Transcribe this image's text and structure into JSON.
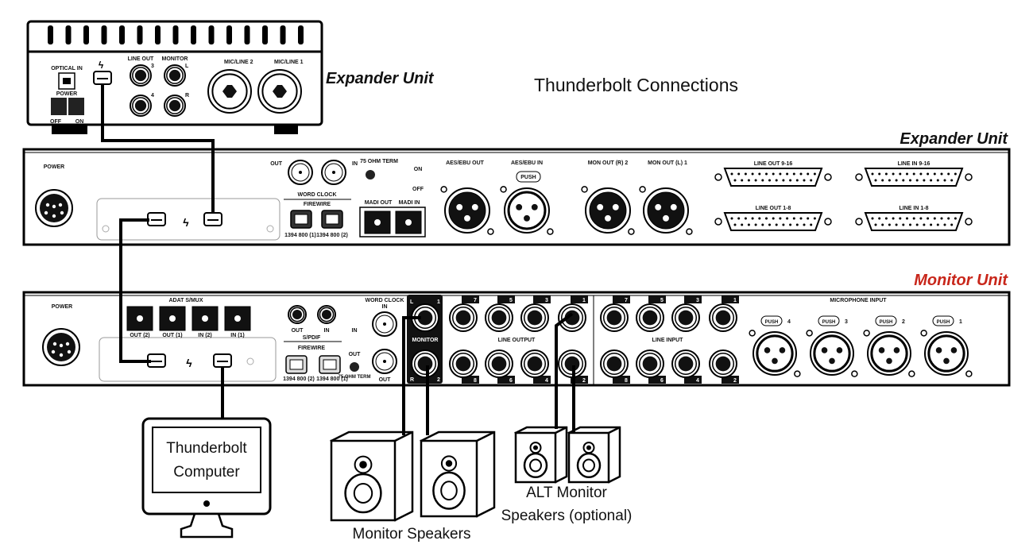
{
  "title": "Thunderbolt Connections",
  "colors": {
    "accent_red": "#c8261a",
    "ink": "#111111"
  },
  "expander_small": {
    "title": "Expander Unit",
    "optical_in": "OPTICAL IN",
    "power": "POWER",
    "off": "OFF",
    "on": "ON",
    "line_out": "LINE OUT",
    "monitor": "MONITOR",
    "line_out_nums": [
      "3",
      "4"
    ],
    "monitor_lr": [
      "L",
      "R"
    ],
    "mic_line_2": "MIC/LINE 2",
    "mic_line_1": "MIC/LINE 1"
  },
  "expander_rack": {
    "title": "Expander Unit",
    "power": "POWER",
    "wc_out": "OUT",
    "wc_in": "IN",
    "word_clock": "WORD CLOCK",
    "term": "75 OHM TERM",
    "on": "ON",
    "off": "OFF",
    "firewire": "FIREWIRE",
    "fw1": "1394 800 (1)",
    "fw2": "1394 800 (2)",
    "madi_out": "MADI OUT",
    "madi_in": "MADI IN",
    "aes_out": "AES/EBU OUT",
    "aes_in": "AES/EBU IN",
    "push": "PUSH",
    "mon_r": "MON OUT (R) 2",
    "mon_l": "MON OUT (L) 1",
    "line_out_9_16": "LINE OUT 9-16",
    "line_in_9_16": "LINE IN 9-16",
    "line_out_1_8": "LINE OUT 1-8",
    "line_in_1_8": "LINE IN 1-8"
  },
  "monitor_rack": {
    "title": "Monitor Unit",
    "power": "POWER",
    "adat": "ADAT S/MUX",
    "adat_ports": [
      "OUT (2)",
      "OUT (1)",
      "IN (2)",
      "IN (1)"
    ],
    "spdif_out": "OUT",
    "spdif_in": "IN",
    "spdif": "S/PDIF",
    "firewire": "FIREWIRE",
    "fw2": "1394 800 (2)",
    "fw1": "1394 800 (1)",
    "in": "IN",
    "out": "OUT",
    "term": "75 OHM TERM",
    "word_clock": "WORD CLOCK",
    "wc_in": "IN",
    "wc_out": "OUT",
    "monitor": "MONITOR",
    "mon_labels": [
      "L",
      "1",
      "R",
      "2"
    ],
    "line_output": "LINE OUTPUT",
    "line_out_top": [
      "7",
      "5",
      "3",
      "1"
    ],
    "line_out_bottom": [
      "8",
      "6",
      "4",
      "2"
    ],
    "line_input": "LINE INPUT",
    "line_in_top": [
      "7",
      "5",
      "3",
      "1"
    ],
    "line_in_bottom": [
      "8",
      "6",
      "4",
      "2"
    ],
    "mic_input": "MICROPHONE INPUT",
    "mic_nums": [
      "4",
      "3",
      "2",
      "1"
    ]
  },
  "computer": {
    "line1": "Thunderbolt",
    "line2": "Computer"
  },
  "captions": {
    "monitor_speakers": "Monitor Speakers",
    "alt_line1": "ALT Monitor",
    "alt_line2": "Speakers (optional)"
  }
}
